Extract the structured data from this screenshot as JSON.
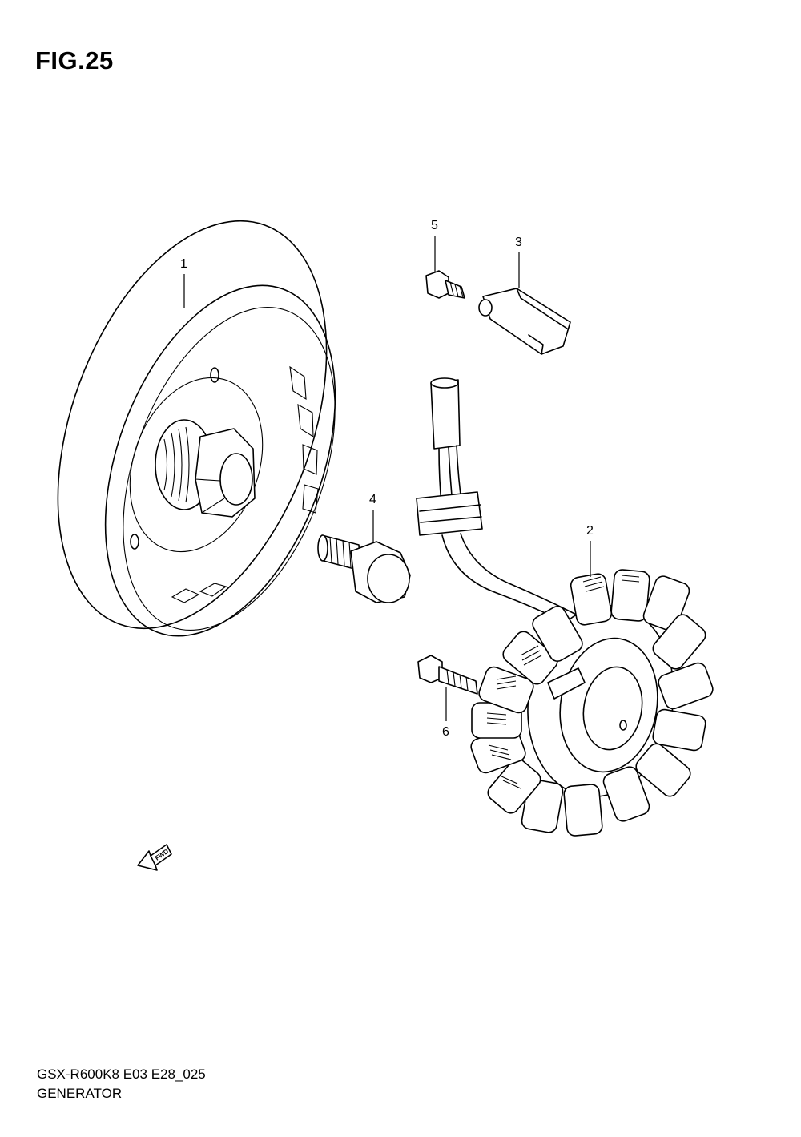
{
  "figure": {
    "title": "FIG.25"
  },
  "footer": {
    "code": "GSX-R600K8 E03 E28_025",
    "name": "GENERATOR"
  },
  "callouts": {
    "rotor": "1",
    "stator": "2",
    "clamp": "3",
    "rotor_bolt": "4",
    "clamp_screw": "5",
    "stator_screw": "6"
  },
  "fwd_arrow": {
    "label": "FWD"
  }
}
